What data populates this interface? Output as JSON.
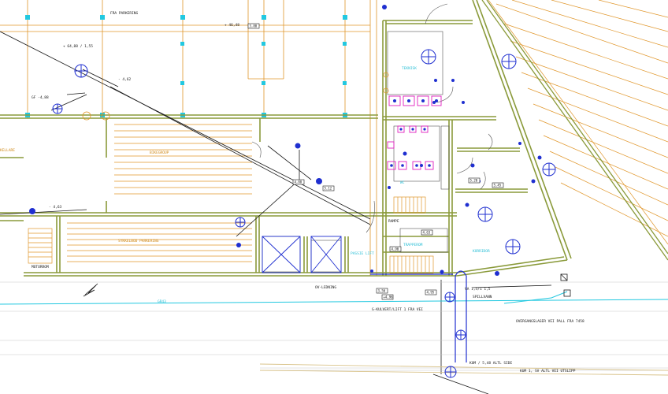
{
  "colors": {
    "background": "#ffffff",
    "wall": "#8a9a3a",
    "grid": "#d9a93a",
    "orange": "#e0962a",
    "blue": "#1f2fd0",
    "cyan": "#22c8e0",
    "magenta": "#e020c0",
    "dark": "#1a1a1a",
    "green": "#2aa84a"
  },
  "rooms": {
    "cellar_left": "KELLARE",
    "storage": "BIKEGROUP",
    "bike_storage": "SYKKELBOD PARKERING",
    "passage_lift": "PASSIE LIFT",
    "stair_room": "TRAPPEROM",
    "toilets": "WC",
    "technical": "TEKNISK",
    "corridor": "KORRIDOR",
    "stairs_label": "MOTORROM"
  },
  "annotations": {
    "gf_level": "GF -4,88",
    "level_a": "+ 64,88 / 1,55",
    "level_b": "- 4,62",
    "level_c": "- 4,63",
    "ground_level": "+ 46,48",
    "ramp_note": "RAMPE",
    "parking_note": "FRA PARKERING",
    "culvert_note": "G-KULVERT/LIFT 1 FRA VEI",
    "manhole_note": "KUM / 5,48 ALTL SIDE",
    "pipe_note": "VA 1,5/1 1,5",
    "spillvann": "SPILLVANN",
    "exit_note": "OVERGANGSLAGER VEI PALL FRA 7458",
    "lower_right_note": "KUM 1, SV ALTL VEI UTSLIPP",
    "drain_note": "OV-LEDNING",
    "cyan_line": "GR43"
  },
  "tags": [
    "4,88",
    "5,12",
    "4,63",
    "4,90",
    "3,56",
    "+4,96",
    "4,95",
    "5,20",
    "5,45",
    "3,80"
  ]
}
